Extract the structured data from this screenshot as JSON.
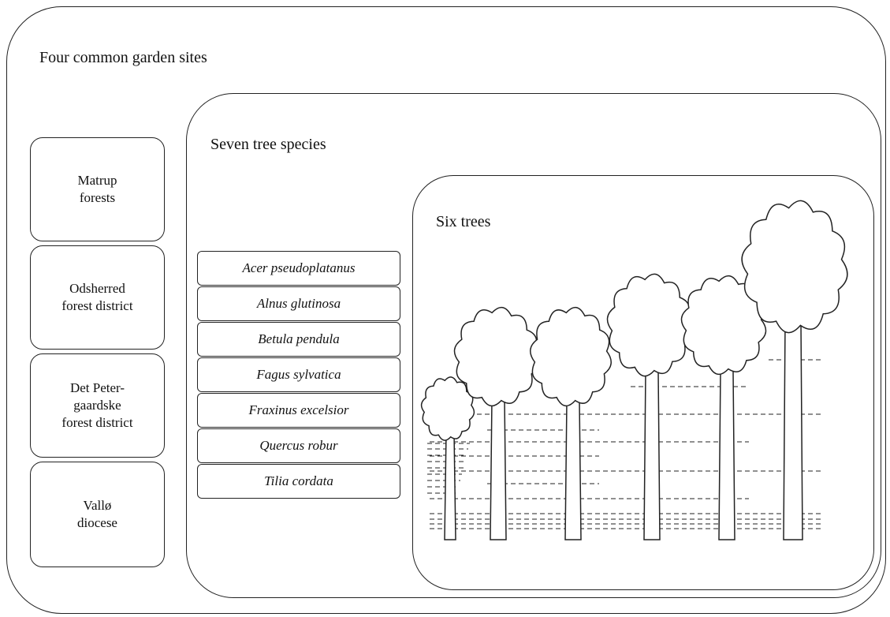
{
  "outer": {
    "title": "Four common garden sites"
  },
  "sites": [
    {
      "label": "Matrup\nforests"
    },
    {
      "label": "Odsherred\nforest district"
    },
    {
      "label": "Det Peter-\ngaardske\nforest district"
    },
    {
      "label": "Vallø\ndiocese"
    }
  ],
  "middle": {
    "title": "Seven tree species"
  },
  "species": [
    "Acer pseudoplatanus",
    "Alnus glutinosa",
    "Betula pendula",
    "Fagus sylvatica",
    "Fraxinus excelsior",
    "Quercus robur",
    "Tilia cordata"
  ],
  "inner": {
    "title": "Six trees"
  },
  "tree_count": 6
}
